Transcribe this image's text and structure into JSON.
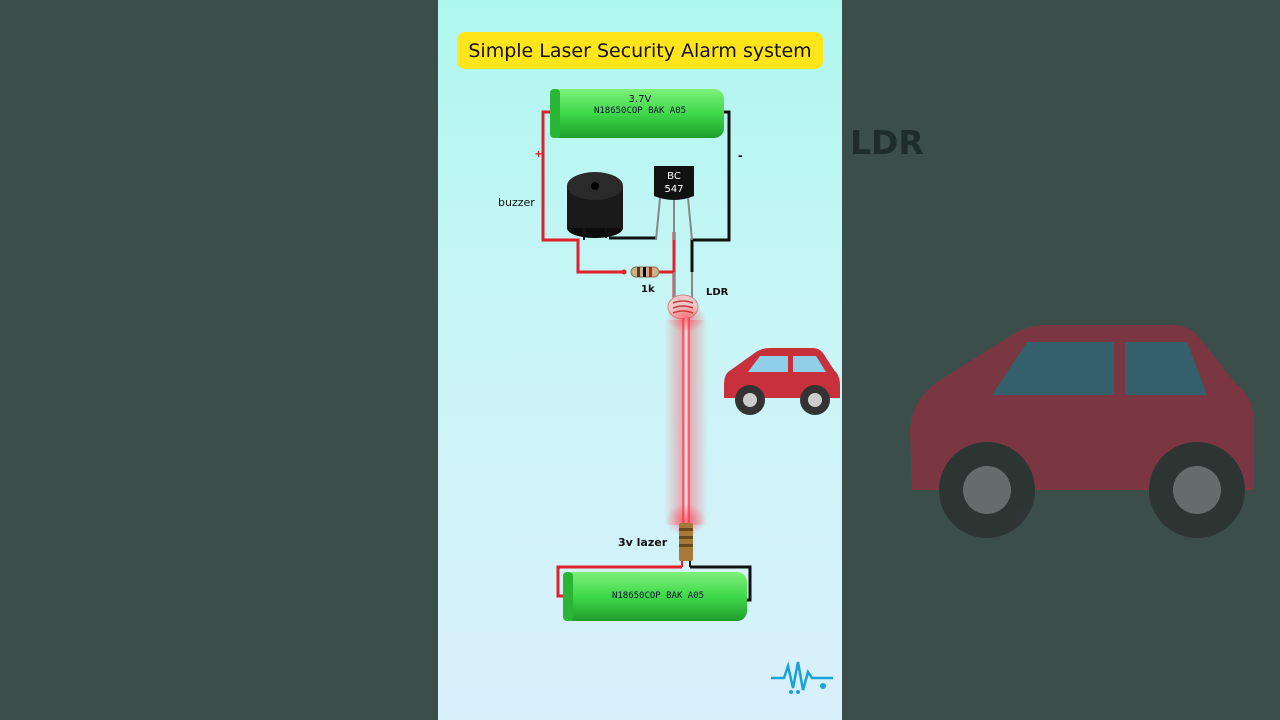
{
  "title": "Simple Laser Security Alarm system",
  "battery_top": {
    "voltage": "3.7V",
    "model": "N18650COP BAK A05"
  },
  "battery_bottom": {
    "model": "N18650COP BAK A05"
  },
  "transistor": {
    "line1": "BC",
    "line2": "547"
  },
  "labels": {
    "plus": "+",
    "minus": "-",
    "buzzer": "buzzer",
    "resistor": "1k",
    "ldr": "LDR",
    "laser": "3v lazer"
  },
  "background_right": {
    "ldr_text": "LDR"
  },
  "colors": {
    "panel_top": "#aef7ef",
    "title_bg": "#ffe51a",
    "wire_red": "#e0202c",
    "wire_black": "#111111",
    "battery": "#3fd84a",
    "laser_beam": "#ff2b3a",
    "car": "#c8303c",
    "logo": "#1aa2d8"
  },
  "icons": [
    "battery-icon",
    "buzzer-icon",
    "transistor-icon",
    "resistor-icon",
    "ldr-icon",
    "laser-icon",
    "car-icon",
    "waveform-logo-icon"
  ]
}
